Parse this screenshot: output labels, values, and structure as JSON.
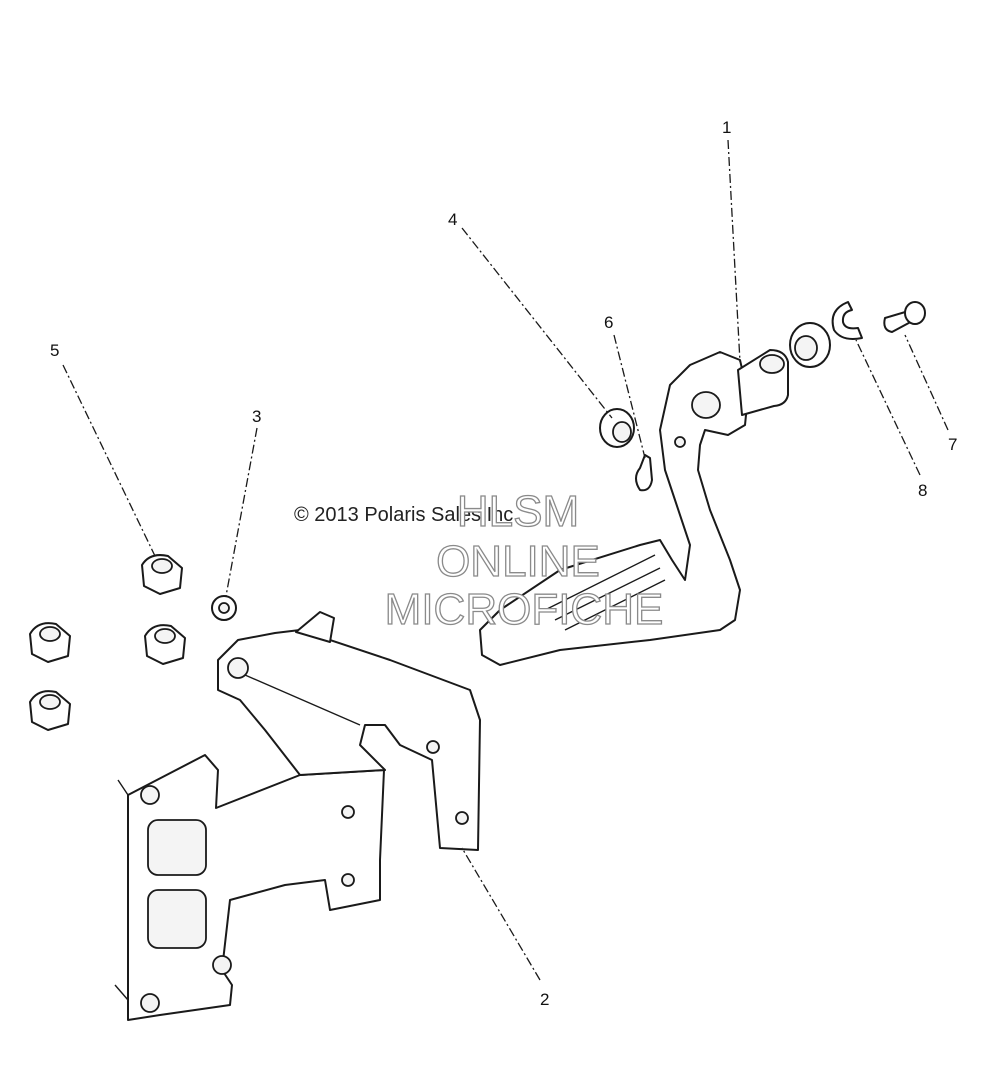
{
  "copyright": "© 2013 Polaris Sales Inc.",
  "watermark": {
    "line1": "HLSM",
    "line2": "ONLINE",
    "line3": "MICROFICHE"
  },
  "callouts": [
    {
      "id": "c1",
      "label": "1"
    },
    {
      "id": "c2",
      "label": "2"
    },
    {
      "id": "c3",
      "label": "3"
    },
    {
      "id": "c4",
      "label": "4"
    },
    {
      "id": "c5",
      "label": "5"
    },
    {
      "id": "c6",
      "label": "6"
    },
    {
      "id": "c7",
      "label": "7"
    },
    {
      "id": "c8",
      "label": "8"
    }
  ]
}
